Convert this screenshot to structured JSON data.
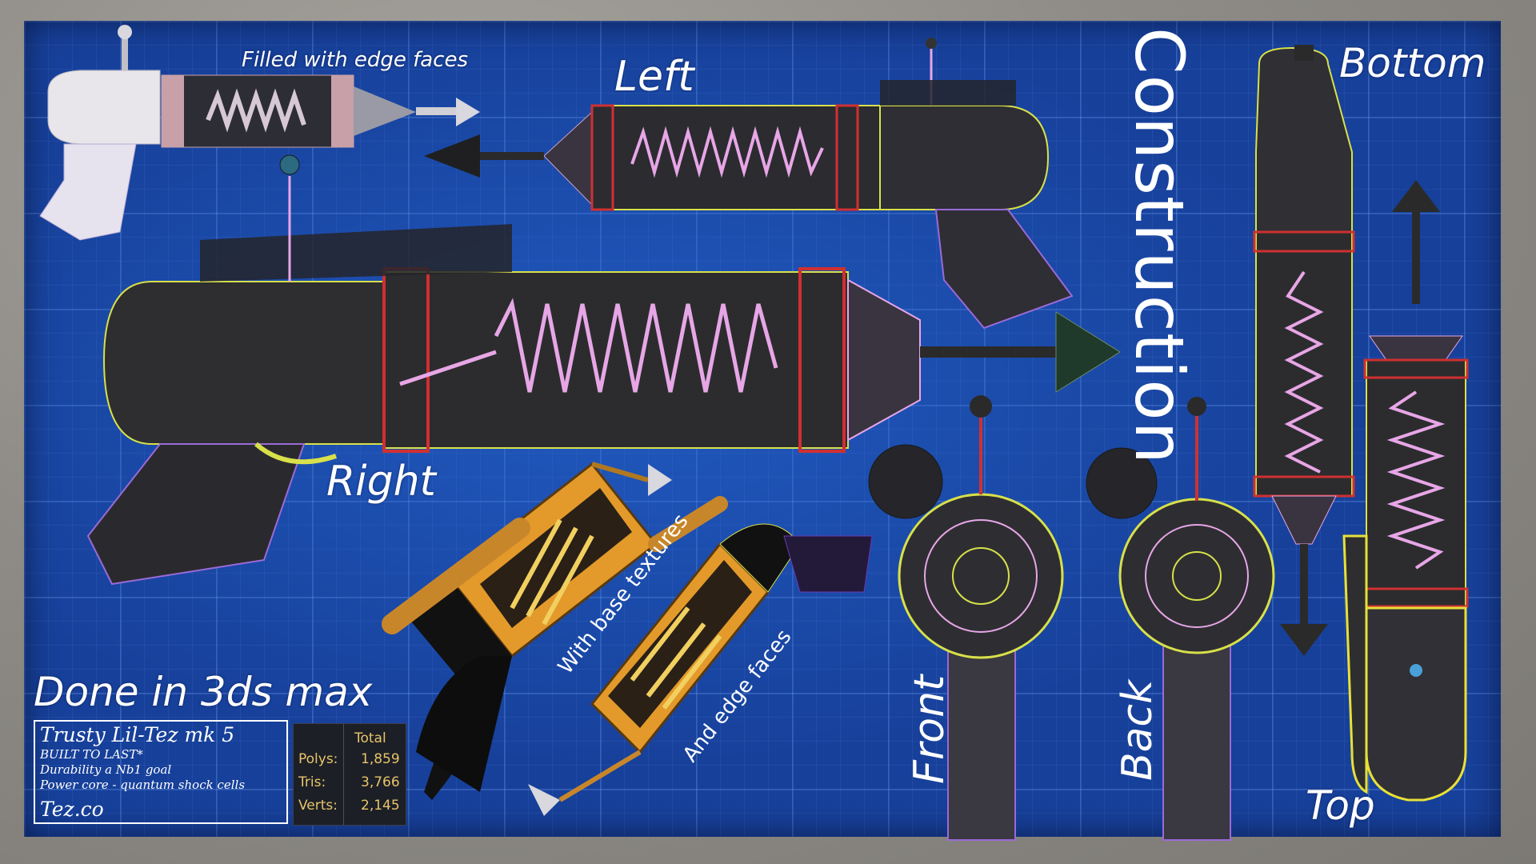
{
  "labels": {
    "filled_with_edge_faces": "Filled with edge faces",
    "left": "Left",
    "right": "Right",
    "construction": "Construction",
    "bottom": "Bottom",
    "top": "Top",
    "front": "Front",
    "back": "Back",
    "with_base_textures": "With base textures",
    "and_edge_faces": "And edge faces",
    "done_in": "Done in 3ds max"
  },
  "spec_card": {
    "title": "Trusty Lil-Tez mk 5",
    "line1": "BUILT TO LAST*",
    "line2": "Durability a Nb1 goal",
    "line3": "Power core - quantum shock cells",
    "brand": "Tez.co"
  },
  "stats": {
    "header": "Total",
    "rows": [
      {
        "label": "Polys:",
        "value": "1,859"
      },
      {
        "label": "Tris:",
        "value": "3,766"
      },
      {
        "label": "Verts:",
        "value": "2,145"
      }
    ]
  },
  "colors": {
    "blueprint": "#17409a",
    "wire_yellow": "#d8e04a",
    "wire_pink": "#e7a6e6",
    "wire_purple": "#9a6ad8",
    "wire_red": "#d03030",
    "texture_orange": "#e39a2a"
  }
}
